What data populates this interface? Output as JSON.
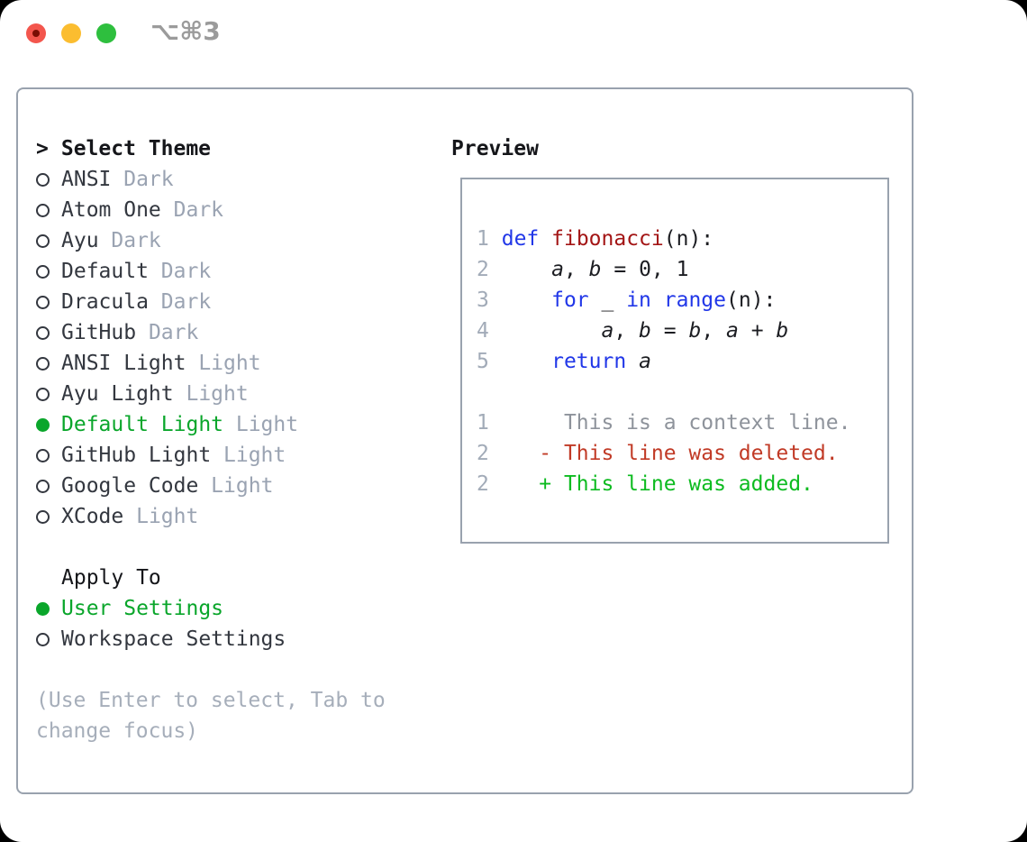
{
  "window": {
    "title": "⌥⌘3",
    "traffic_lights": [
      {
        "name": "close"
      },
      {
        "name": "minimize"
      },
      {
        "name": "zoom"
      }
    ]
  },
  "colors": {
    "accent_green": "#0aa62b",
    "added_green": "#0dbb20",
    "deleted_red": "#c13a26",
    "keyword_blue": "#2137e8",
    "function_red": "#a31515",
    "muted_gray": "#9aa3b2",
    "panel_border": "#99a2ae"
  },
  "theme_panel": {
    "header": {
      "prompt": ">",
      "label": "Select Theme"
    },
    "items": [
      {
        "name": "ANSI",
        "variant": "Dark",
        "selected": false
      },
      {
        "name": "Atom One",
        "variant": "Dark",
        "selected": false
      },
      {
        "name": "Ayu",
        "variant": "Dark",
        "selected": false
      },
      {
        "name": "Default",
        "variant": "Dark",
        "selected": false
      },
      {
        "name": "Dracula",
        "variant": "Dark",
        "selected": false
      },
      {
        "name": "GitHub",
        "variant": "Dark",
        "selected": false
      },
      {
        "name": "ANSI Light",
        "variant": "Light",
        "selected": false
      },
      {
        "name": "Ayu Light",
        "variant": "Light",
        "selected": false
      },
      {
        "name": "Default Light",
        "variant": "Light",
        "selected": true
      },
      {
        "name": "GitHub Light",
        "variant": "Light",
        "selected": false
      },
      {
        "name": "Google Code",
        "variant": "Light",
        "selected": false
      },
      {
        "name": "XCode",
        "variant": "Light",
        "selected": false
      }
    ],
    "apply_to": {
      "header": "Apply To",
      "options": [
        {
          "label": "User Settings",
          "selected": true
        },
        {
          "label": "Workspace Settings",
          "selected": false
        }
      ]
    },
    "hint": "(Use Enter to select, Tab to change focus)"
  },
  "preview": {
    "header": "Preview",
    "code_lines": [
      {
        "num": "1",
        "segments": [
          {
            "text": " ",
            "style": "plain"
          },
          {
            "text": "def",
            "style": "keyword"
          },
          {
            "text": " ",
            "style": "plain"
          },
          {
            "text": "fibonacci",
            "style": "function"
          },
          {
            "text": "(n):",
            "style": "plain"
          }
        ]
      },
      {
        "num": "2",
        "segments": [
          {
            "text": "     ",
            "style": "plain"
          },
          {
            "text": "a",
            "style": "variable"
          },
          {
            "text": ", ",
            "style": "plain"
          },
          {
            "text": "b",
            "style": "variable"
          },
          {
            "text": " = 0, 1",
            "style": "plain"
          }
        ]
      },
      {
        "num": "3",
        "segments": [
          {
            "text": "     ",
            "style": "plain"
          },
          {
            "text": "for",
            "style": "keyword"
          },
          {
            "text": " _ ",
            "style": "plain"
          },
          {
            "text": "in",
            "style": "keyword"
          },
          {
            "text": " ",
            "style": "plain"
          },
          {
            "text": "range",
            "style": "keyword"
          },
          {
            "text": "(n):",
            "style": "plain"
          }
        ]
      },
      {
        "num": "4",
        "segments": [
          {
            "text": "         ",
            "style": "plain"
          },
          {
            "text": "a",
            "style": "variable"
          },
          {
            "text": ", ",
            "style": "plain"
          },
          {
            "text": "b",
            "style": "variable"
          },
          {
            "text": " = ",
            "style": "plain"
          },
          {
            "text": "b",
            "style": "variable"
          },
          {
            "text": ", ",
            "style": "plain"
          },
          {
            "text": "a",
            "style": "variable"
          },
          {
            "text": " + ",
            "style": "plain"
          },
          {
            "text": "b",
            "style": "variable"
          }
        ]
      },
      {
        "num": "5",
        "segments": [
          {
            "text": "     ",
            "style": "plain"
          },
          {
            "text": "return",
            "style": "keyword"
          },
          {
            "text": " ",
            "style": "plain"
          },
          {
            "text": "a",
            "style": "variable"
          }
        ]
      },
      {
        "num": "",
        "segments": []
      },
      {
        "num": "1",
        "segments": [
          {
            "text": "      This is a context line.",
            "style": "context"
          }
        ]
      },
      {
        "num": "2",
        "segments": [
          {
            "text": "    ",
            "style": "plain"
          },
          {
            "text": "- This line was deleted.",
            "style": "deleted"
          }
        ]
      },
      {
        "num": "2",
        "segments": [
          {
            "text": "    ",
            "style": "plain"
          },
          {
            "text": "+ This line was added.",
            "style": "added"
          }
        ]
      }
    ]
  }
}
